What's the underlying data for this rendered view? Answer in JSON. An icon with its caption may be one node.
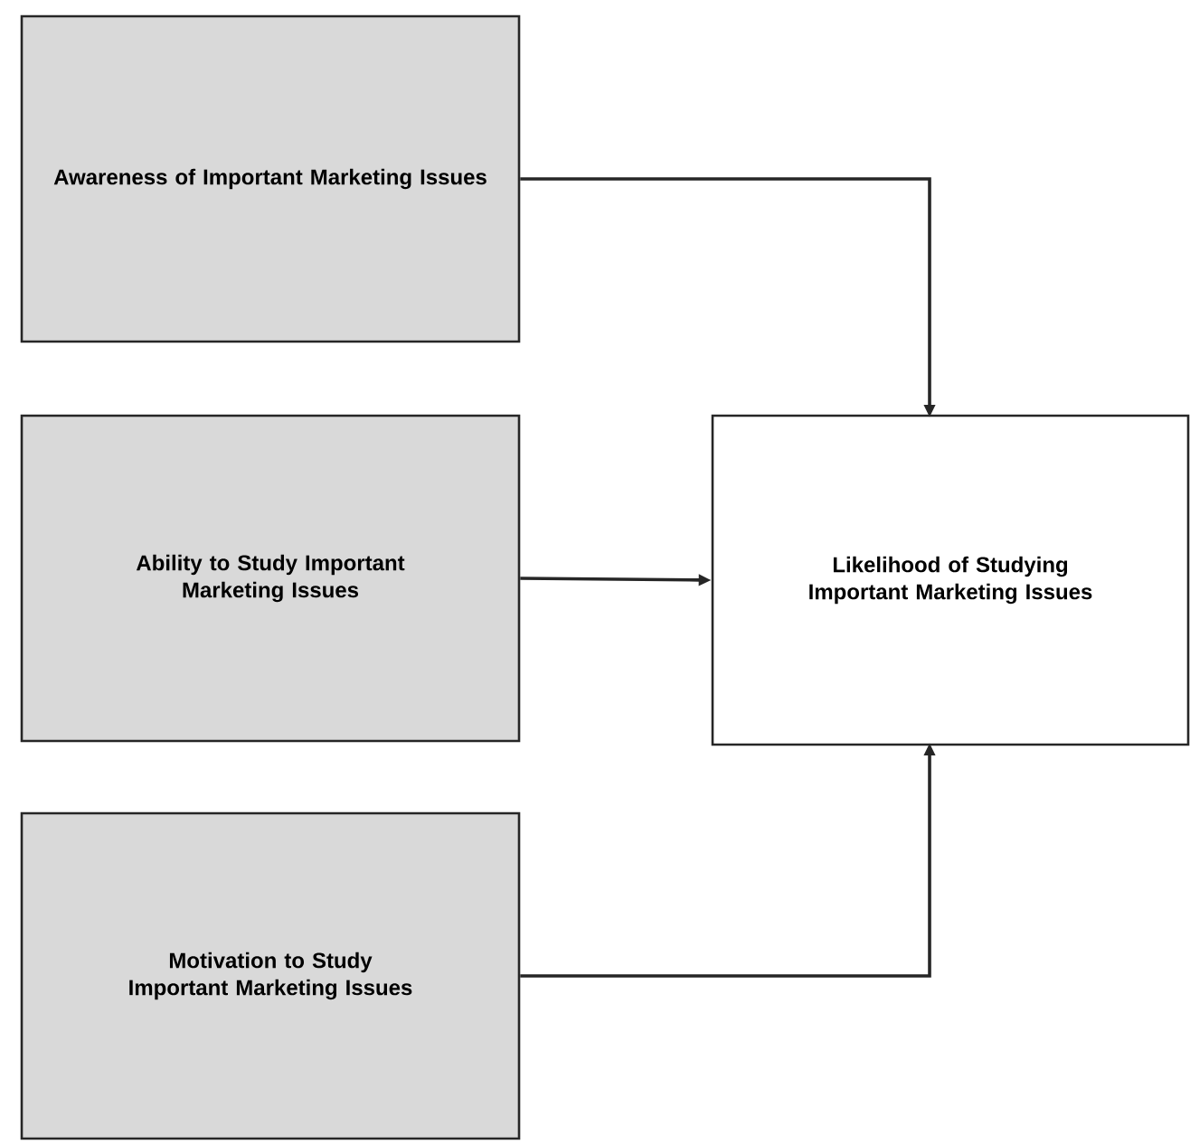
{
  "diagram": {
    "nodes": [
      {
        "text": [
          "Awareness of Important Marketing Issues"
        ]
      },
      {
        "text": [
          "Ability to Study Important Marketing Issues"
        ]
      },
      {
        "text": [
          "Motivation to Study Important Marketing Issues"
        ]
      },
      {
        "text": [
          "Likelihood of Studying Important Marketing Issues"
        ]
      }
    ],
    "edges": [
      {
        "from": 0,
        "to": 3,
        "arrow": "to"
      },
      {
        "from": 1,
        "to": 3,
        "arrow": "to"
      },
      {
        "from": 2,
        "to": 3,
        "arrow": "to"
      }
    ]
  }
}
